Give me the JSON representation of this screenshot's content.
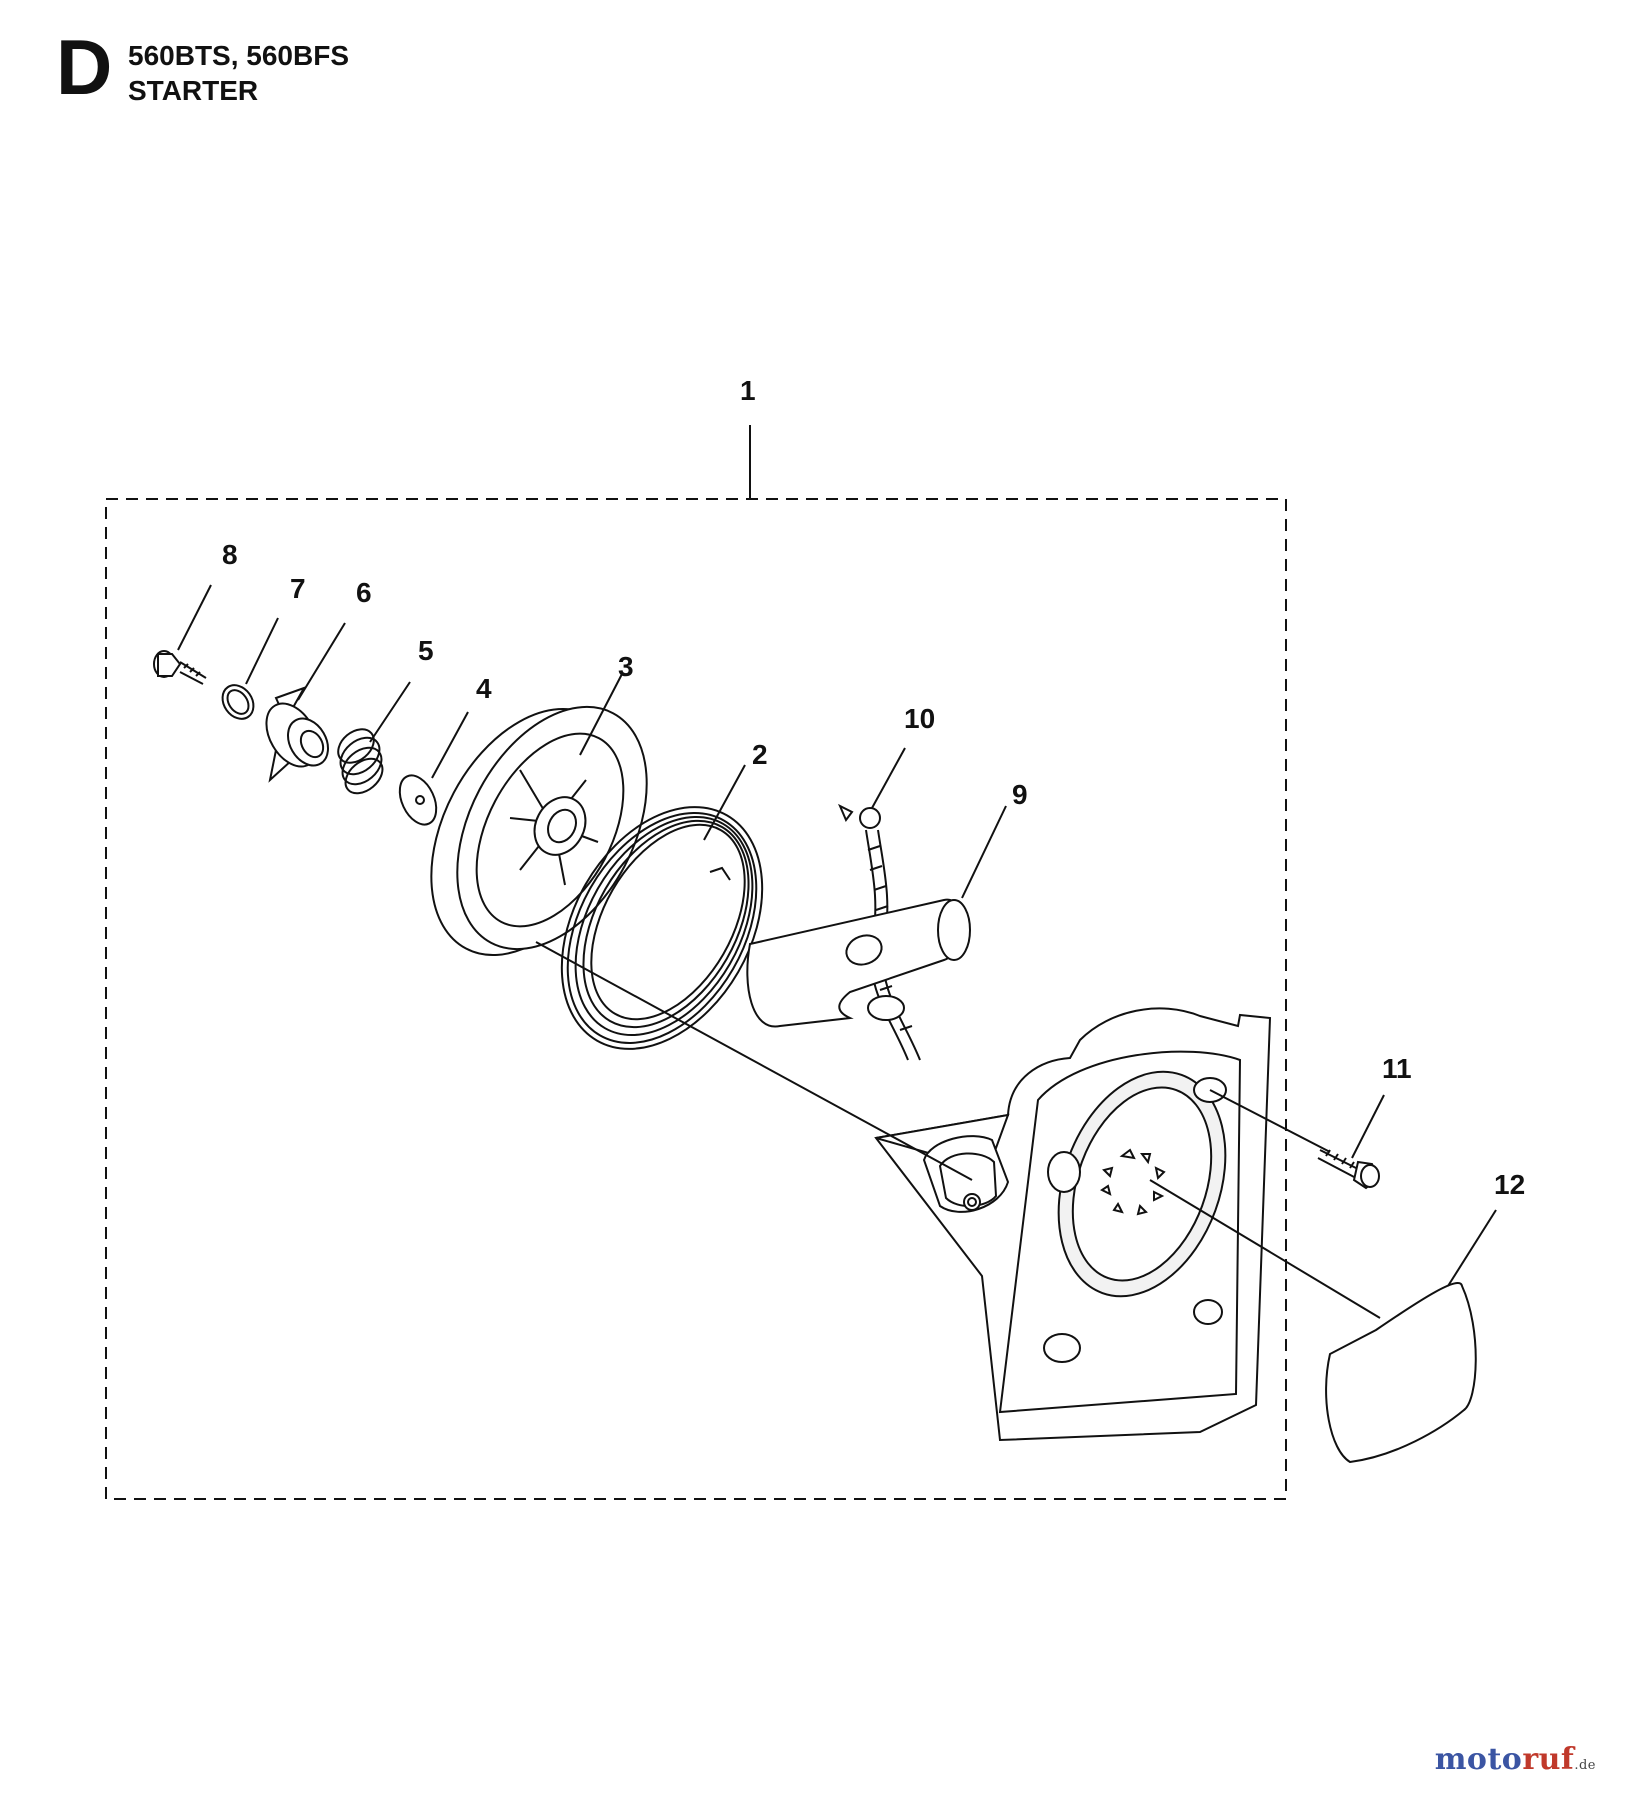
{
  "header": {
    "section_letter": "D",
    "models": "560BTS, 560BFS",
    "section_title": "STARTER"
  },
  "callouts": {
    "c1": "1",
    "c2": "2",
    "c3": "3",
    "c4": "4",
    "c5": "5",
    "c6": "6",
    "c7": "7",
    "c8": "8",
    "c9": "9",
    "c10": "10",
    "c11": "11",
    "c12": "12"
  },
  "watermark": {
    "part_a": "moto",
    "part_b": "ruf",
    "part_c": "",
    "suffix": ".de"
  },
  "colors": {
    "line": "#111111",
    "fill": "#ffffff",
    "shade": "#e9e9e9"
  }
}
